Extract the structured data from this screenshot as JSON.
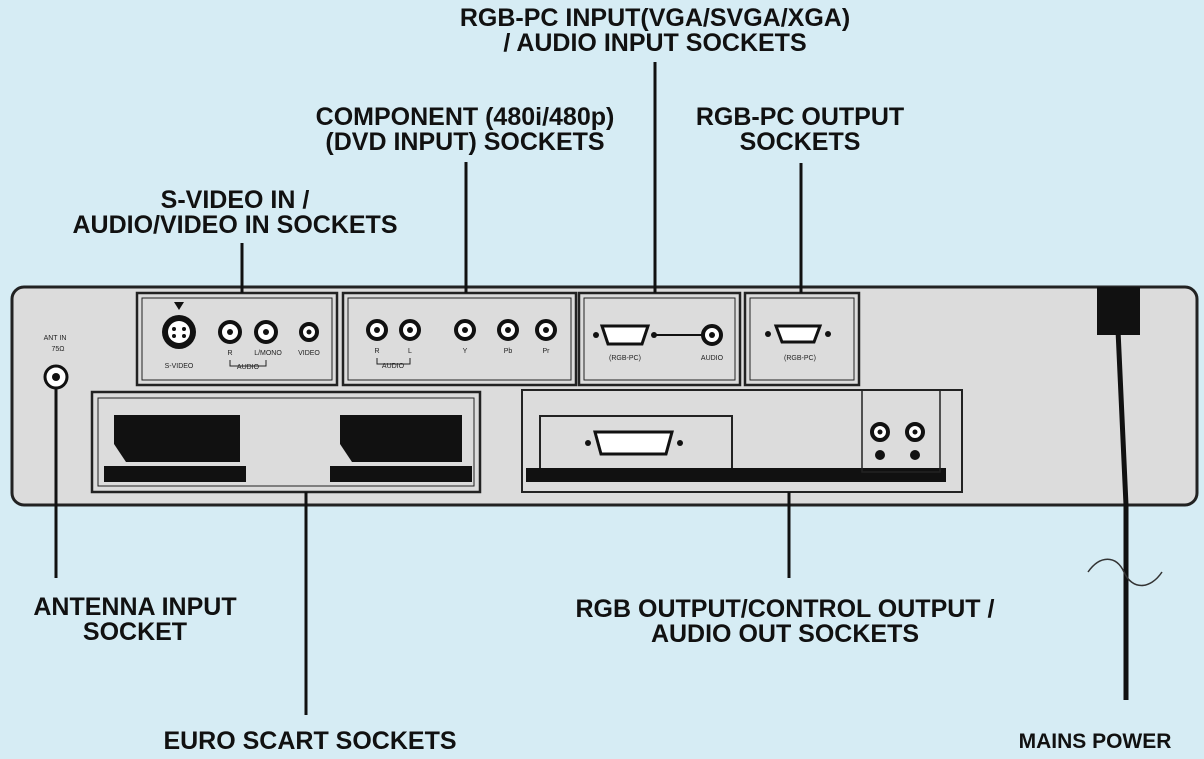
{
  "labels": {
    "rgb_pc_input": [
      "RGB-PC INPUT(VGA/SVGA/XGA)",
      "/ AUDIO INPUT SOCKETS"
    ],
    "component": [
      "COMPONENT (480i/480p)",
      "(DVD INPUT) SOCKETS"
    ],
    "rgb_pc_output": [
      "RGB-PC OUTPUT",
      "SOCKETS"
    ],
    "svideo": [
      "S-VIDEO IN /",
      "AUDIO/VIDEO IN SOCKETS"
    ],
    "antenna": [
      "ANTENNA INPUT",
      "SOCKET"
    ],
    "rgb_output": [
      "RGB OUTPUT/CONTROL OUTPUT /",
      "AUDIO OUT SOCKETS"
    ],
    "euro_scart": "EURO SCART SOCKETS",
    "mains": "MAINS POWER"
  },
  "panel_text": {
    "ant_in": "ANT IN",
    "ohm": "75Ω",
    "svideo": "S-VIDEO",
    "r": "R",
    "lmono": "L/MONO",
    "video": "VIDEO",
    "audio": "AUDIO",
    "r2": "R",
    "l2": "L",
    "y": "Y",
    "pb": "Pb",
    "pr": "Pr",
    "rgbpc_in": "(RGB-PC)",
    "audio2": "AUDIO",
    "rgbpc_out": "(RGB-PC)"
  }
}
